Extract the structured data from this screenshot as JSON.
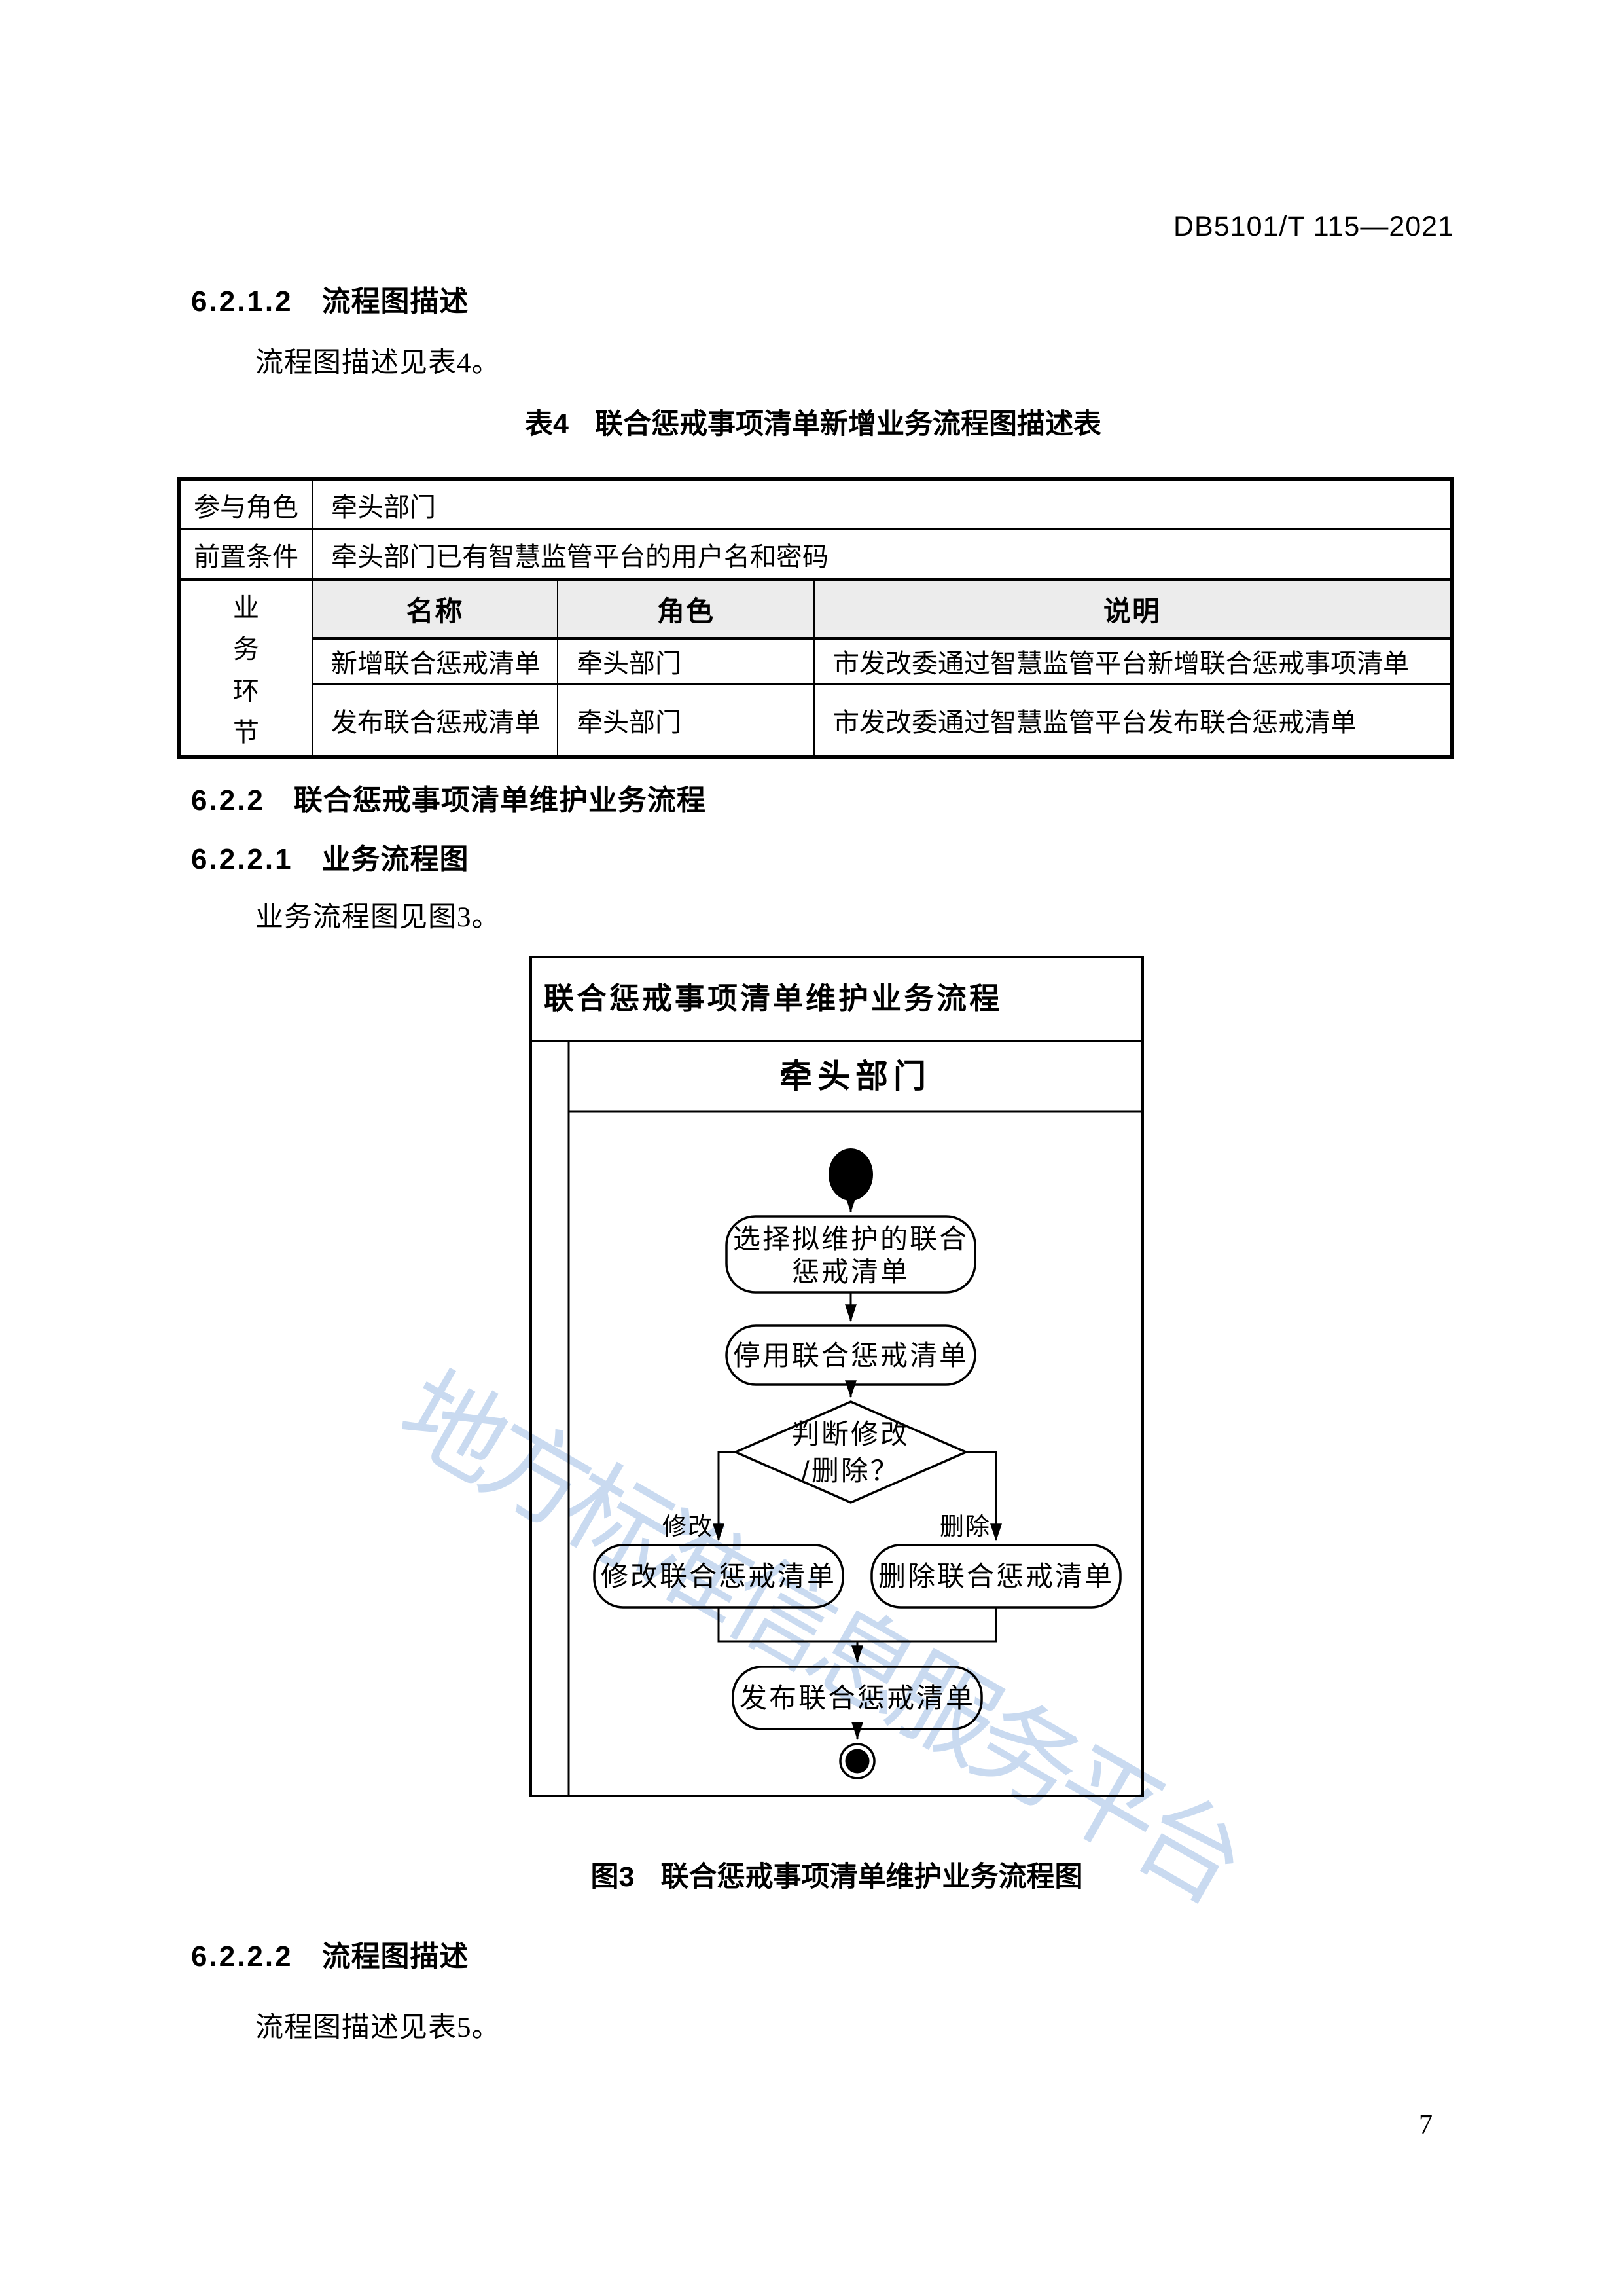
{
  "page": {
    "header_code": "DB5101/T 115—2021",
    "page_number": "7",
    "watermark": "地方标准信息服务平台"
  },
  "colors": {
    "watermark_blue": "#a9c5e8",
    "table_header_bg": "#ececec",
    "ink": "#000000"
  },
  "sections": {
    "s6212": {
      "number": "6.2.1.2",
      "title": "流程图描述"
    },
    "p1": "流程图描述见表4。",
    "table4_title_label": "表4",
    "table4_title": "联合惩戒事项清单新增业务流程图描述表",
    "s622": {
      "number": "6.2.2",
      "title": "联合惩戒事项清单维护业务流程"
    },
    "s6221": {
      "number": "6.2.2.1",
      "title": "业务流程图"
    },
    "p2": "业务流程图见图3。",
    "figure3_caption_label": "图3",
    "figure3_caption": "联合惩戒事项清单维护业务流程图",
    "s6222": {
      "number": "6.2.2.2",
      "title": "流程图描述"
    },
    "p3": "流程图描述见表5。"
  },
  "table4": {
    "rows": [
      {
        "label": "参与角色",
        "value": "牵头部门"
      },
      {
        "label": "前置条件",
        "value": "牵头部门已有智慧监管平台的用户名和密码"
      }
    ],
    "block_label_chars": [
      "业",
      "务",
      "环",
      "节"
    ],
    "sub_headers": [
      "名称",
      "角色",
      "说明"
    ],
    "sub_rows": [
      [
        "新增联合惩戒清单",
        "牵头部门",
        "市发改委通过智慧监管平台新增联合惩戒事项清单"
      ],
      [
        "发布联合惩戒清单",
        "牵头部门",
        "市发改委通过智慧监管平台发布联合惩戒清单"
      ]
    ]
  },
  "flowchart": {
    "title": "联合惩戒事项清单维护业务流程",
    "lane": "牵头部门",
    "nodes": {
      "n1_line1": "选择拟维护的联合",
      "n1_line2": "惩戒清单",
      "n2": "停用联合惩戒清单",
      "d1_line1": "判断修改",
      "d1_line2": "/删除？",
      "branch_left": "修改",
      "branch_right": "删除",
      "n3": "修改联合惩戒清单",
      "n4": "删除联合惩戒清单",
      "n5": "发布联合惩戒清单"
    }
  }
}
